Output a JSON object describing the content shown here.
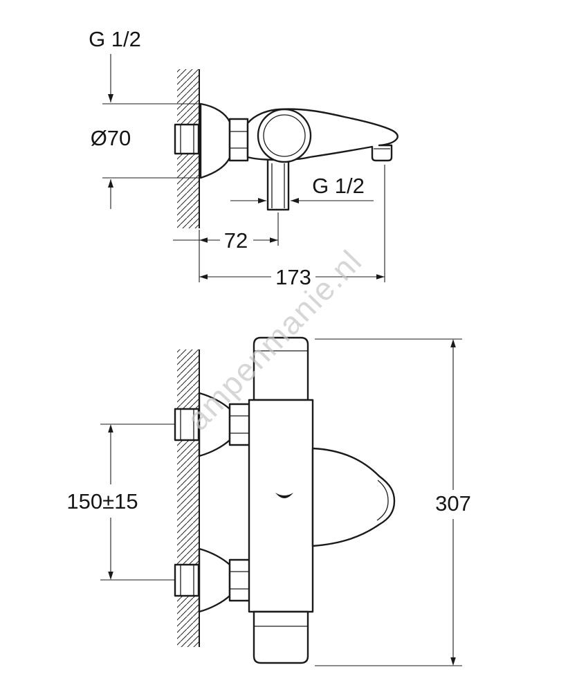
{
  "drawing": {
    "watermark": "ampenmanie.nl",
    "side_view": {
      "thread_label_top": "G 1/2",
      "escutcheon_diameter": "Ø70",
      "outlet_thread_label": "G 1/2",
      "depth_wall_to_outlet": "72",
      "total_depth": "173"
    },
    "front_view": {
      "connection_spacing": "150±15",
      "total_height": "307"
    }
  }
}
